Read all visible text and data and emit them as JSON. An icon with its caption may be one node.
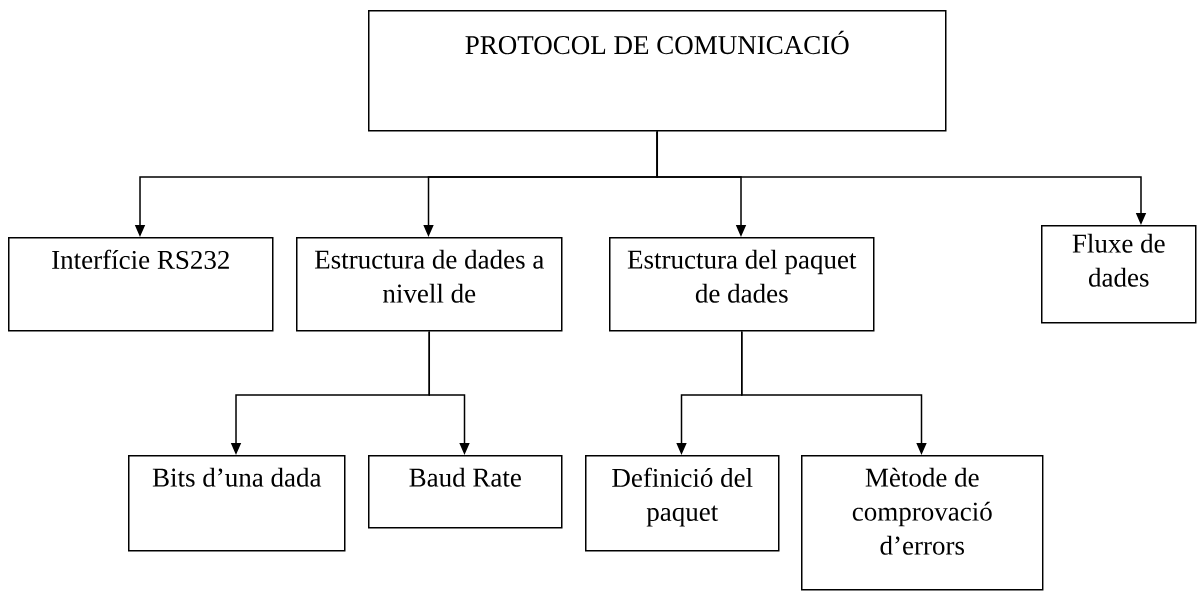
{
  "diagram": {
    "nodes": [
      {
        "text": [
          "PROTOCOL DE COMUNICACIÓ"
        ]
      },
      {
        "text": [
          "Interfície RS232"
        ]
      },
      {
        "text": [
          "Estructura de dades a nivell de"
        ]
      },
      {
        "text": [
          "Estructura del paquet de dades"
        ]
      },
      {
        "text": [
          "Fluxe de dades"
        ]
      },
      {
        "text": [
          "Bits d’una dada"
        ]
      },
      {
        "text": [
          "Baud Rate"
        ]
      },
      {
        "text": [
          "Definició del paquet"
        ]
      },
      {
        "text": [
          "Mètode  de comprovació d’errors"
        ]
      }
    ],
    "edges": [
      {
        "from": 0,
        "to": 1,
        "arrow": "to"
      },
      {
        "from": 0,
        "to": 2,
        "arrow": "to"
      },
      {
        "from": 0,
        "to": 3,
        "arrow": "to"
      },
      {
        "from": 0,
        "to": 4,
        "arrow": "to"
      },
      {
        "from": 2,
        "to": 5,
        "arrow": "to"
      },
      {
        "from": 2,
        "to": 6,
        "arrow": "to"
      },
      {
        "from": 3,
        "to": 7,
        "arrow": "to"
      },
      {
        "from": 3,
        "to": 8,
        "arrow": "to"
      }
    ]
  }
}
